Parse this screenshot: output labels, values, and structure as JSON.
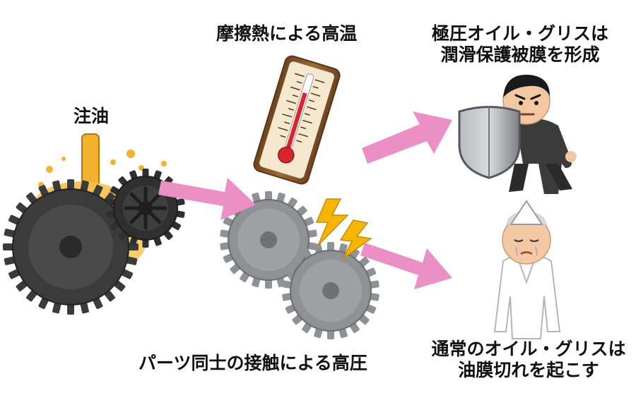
{
  "labels": {
    "oiling": "注油",
    "friction_heat": "摩擦熱による高温",
    "contact_pressure": "パーツ同士の接触による高圧",
    "ep_line1": "極圧オイル・グリスは",
    "ep_line2": "潤滑保護被膜を形成",
    "normal_line1": "通常のオイル・グリスは",
    "normal_line2": "油膜切れを起こす"
  },
  "colors": {
    "arrow": "#ec8fc4",
    "oil": "#f2b32a",
    "gear_dark": "#3b3b3b",
    "gear_grey": "#8f9194",
    "thermometer_wood": "#8a5a2b",
    "thermometer_red": "#d9262c",
    "lightning": "#f7b500",
    "shield": "#9a9da1"
  }
}
